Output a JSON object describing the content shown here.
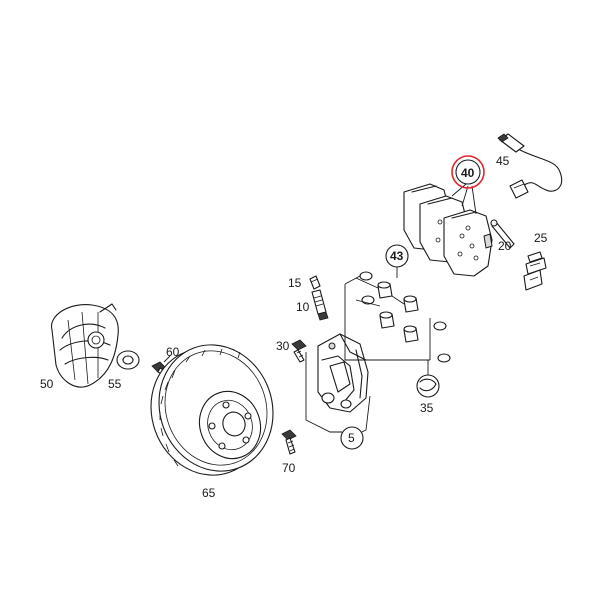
{
  "callouts": {
    "c5": "5",
    "c10": "10",
    "c15": "15",
    "c20": "20",
    "c25": "25",
    "c30": "30",
    "c35": "35",
    "c40": "40",
    "c43": "43",
    "c45": "45",
    "c50": "50",
    "c55": "55",
    "c60": "60",
    "c65": "65",
    "c70": "70"
  },
  "colors": {
    "highlight": "#e3262b",
    "line": "#1a1a1a",
    "background": "#ffffff"
  }
}
